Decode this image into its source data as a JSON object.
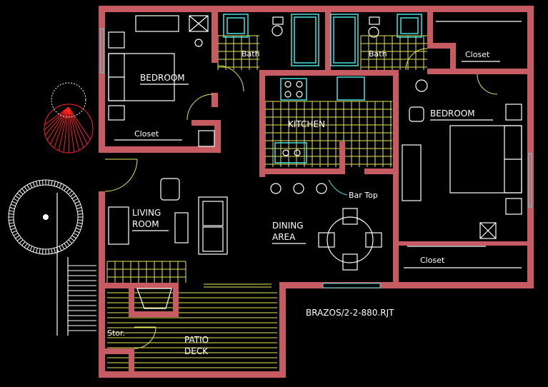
{
  "drawing": {
    "title": "BRAZOS/2-2-880.RJT",
    "colors": {
      "wall": "#c75b62",
      "tile": "#e6e65a",
      "fixture": "#48e0e0",
      "furniture": "#ffffff",
      "tree": "#ff2020",
      "background": "#000000"
    }
  },
  "rooms": {
    "bedroom_left": "BEDROOM",
    "bath_left": "Bath",
    "bath_right": "Bath",
    "closet_top_right": "Closet",
    "kitchen": "KITCHEN",
    "bedroom_right": "BEDROOM",
    "closet_left": "Closet",
    "living_line1": "LIVING",
    "living_line2": "ROOM",
    "dining_line1": "DINING",
    "dining_line2": "AREA",
    "closet_bottom_right": "Closet",
    "storage": "Stor.",
    "patio_line1": "PATIO",
    "patio_line2": "DECK"
  },
  "annotations": {
    "bar_top": "Bar Top"
  }
}
